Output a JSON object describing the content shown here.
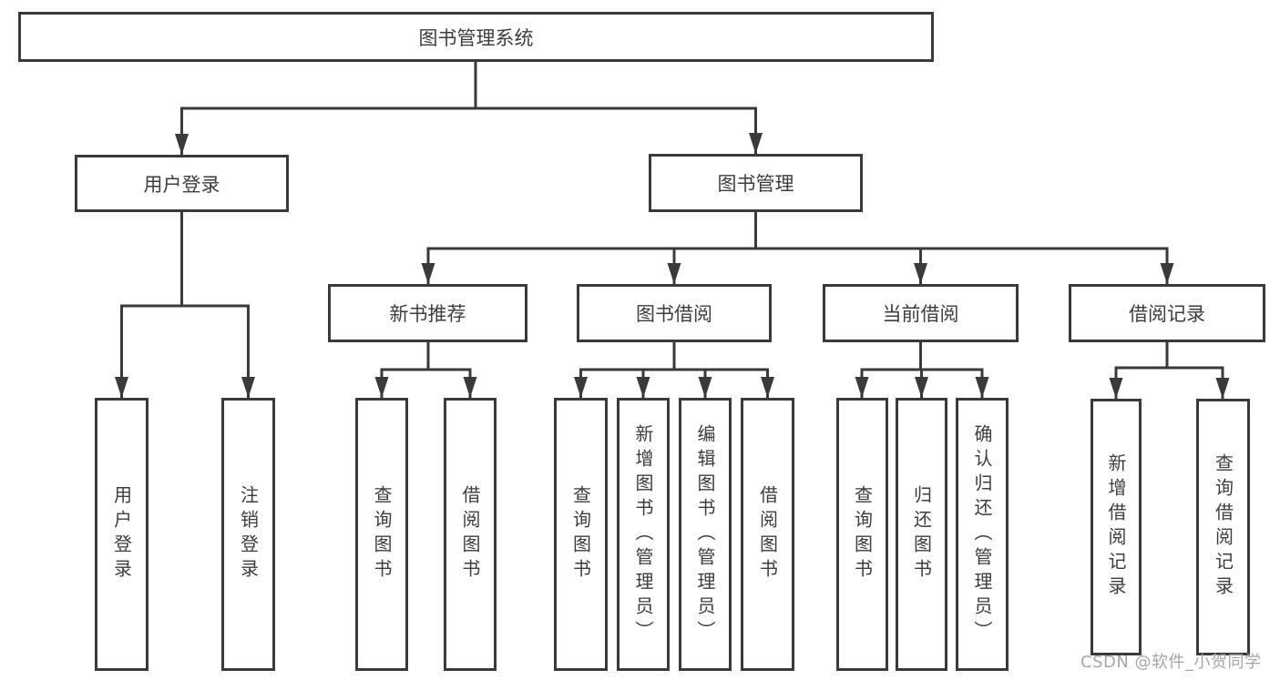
{
  "root": {
    "label": "图书管理系统"
  },
  "login": {
    "label": "用户登录",
    "children": [
      {
        "label": "用户登录"
      },
      {
        "label": "注销登录"
      }
    ]
  },
  "management": {
    "label": "图书管理",
    "groups": [
      {
        "label": "新书推荐",
        "children": [
          {
            "label": "查询图书"
          },
          {
            "label": "借阅图书"
          }
        ]
      },
      {
        "label": "图书借阅",
        "children": [
          {
            "label": "查询图书"
          },
          {
            "label": "新增图书（管理员）"
          },
          {
            "label": "编辑图书（管理员）"
          },
          {
            "label": "借阅图书"
          }
        ]
      },
      {
        "label": "当前借阅",
        "children": [
          {
            "label": "查询图书"
          },
          {
            "label": "归还图书"
          },
          {
            "label": "确认归还（管理员）"
          }
        ]
      },
      {
        "label": "借阅记录",
        "children": [
          {
            "label": "新增借阅记录"
          },
          {
            "label": "查询借阅记录"
          }
        ]
      }
    ]
  },
  "watermark": {
    "text": "CSDN @软件_小贺同学"
  },
  "colors": {
    "line": "#3a3a3a",
    "text": "#3d3d3d",
    "background": "#ffffff",
    "watermark": "#a6a6a6"
  }
}
